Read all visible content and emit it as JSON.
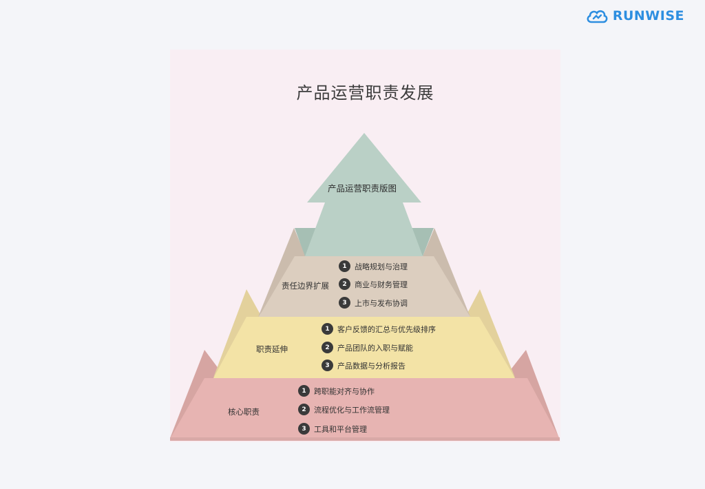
{
  "brand": {
    "logo_run": "RUN",
    "logo_wise": "WISE",
    "color": "#2d8ee0"
  },
  "title": "产品运营职责发展",
  "apex": {
    "label": "产品运营职责版图",
    "color": "#bad0c6"
  },
  "tiers": [
    {
      "label": "责任边界扩展",
      "color": "#dccebf",
      "items": [
        {
          "num": "1",
          "text": "战略规划与治理"
        },
        {
          "num": "2",
          "text": "商业与财务管理"
        },
        {
          "num": "3",
          "text": "上市与发布协调"
        }
      ]
    },
    {
      "label": "职责延伸",
      "color": "#f3e3a6",
      "items": [
        {
          "num": "1",
          "text": "客户反馈的汇总与优先级排序"
        },
        {
          "num": "2",
          "text": "产品团队的入职与赋能"
        },
        {
          "num": "3",
          "text": "产品数据与分析报告"
        }
      ]
    },
    {
      "label": "核心职责",
      "color": "#e7b4b2",
      "items": [
        {
          "num": "1",
          "text": "跨职能对齐与协作"
        },
        {
          "num": "2",
          "text": "流程优化与工作流管理"
        },
        {
          "num": "3",
          "text": "工具和平台管理"
        }
      ]
    }
  ]
}
